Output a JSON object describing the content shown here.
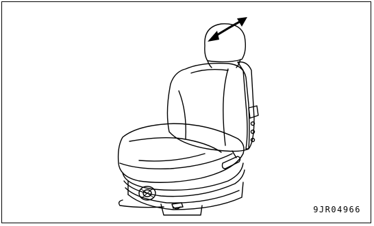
{
  "figure": {
    "code": "9JR04966",
    "subject": "seat-headrest-adjustment",
    "arrow": "double-headed-arrow"
  }
}
